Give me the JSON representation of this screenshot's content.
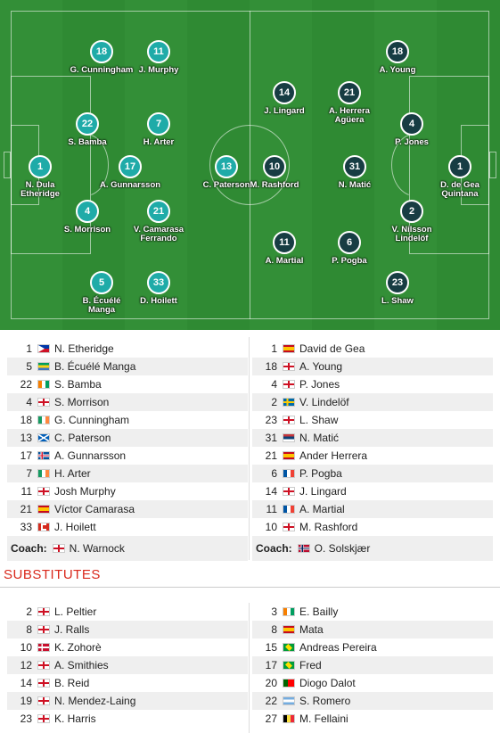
{
  "pitch": {
    "home_players": [
      {
        "number": "18",
        "name": "G. Cunningham"
      },
      {
        "number": "11",
        "name": "J. Murphy"
      },
      {
        "number": "22",
        "name": "S. Bamba"
      },
      {
        "number": "7",
        "name": "H. Arter"
      },
      {
        "number": "1",
        "name": "N. Dula Etheridge"
      },
      {
        "number": "17",
        "name": "A. Gunnarsson"
      },
      {
        "number": "13",
        "name": "C. Paterson"
      },
      {
        "number": "4",
        "name": "S. Morrison"
      },
      {
        "number": "21",
        "name": "V. Camarasa Ferrando"
      },
      {
        "number": "5",
        "name": "B. Écuélé Manga"
      },
      {
        "number": "33",
        "name": "D. Hoilett"
      }
    ],
    "away_players": [
      {
        "number": "18",
        "name": "A. Young"
      },
      {
        "number": "14",
        "name": "J. Lingard"
      },
      {
        "number": "21",
        "name": "A. Herrera Agüera"
      },
      {
        "number": "4",
        "name": "P. Jones"
      },
      {
        "number": "10",
        "name": "M. Rashford"
      },
      {
        "number": "31",
        "name": "N. Matić"
      },
      {
        "number": "1",
        "name": "D. de Gea Quintana"
      },
      {
        "number": "2",
        "name": "V. Nilsson Lindelöf"
      },
      {
        "number": "11",
        "name": "A. Martial"
      },
      {
        "number": "6",
        "name": "P. Pogba"
      },
      {
        "number": "23",
        "name": "L. Shaw"
      }
    ]
  },
  "lineup_home": [
    {
      "number": "1",
      "flag": "philippines",
      "name": "N. Etheridge"
    },
    {
      "number": "5",
      "flag": "gabon",
      "name": "B. Écuélé Manga"
    },
    {
      "number": "22",
      "flag": "ivory-coast",
      "name": "S. Bamba"
    },
    {
      "number": "4",
      "flag": "england",
      "name": "S. Morrison"
    },
    {
      "number": "18",
      "flag": "ireland",
      "name": "G. Cunningham"
    },
    {
      "number": "13",
      "flag": "scotland",
      "name": "C. Paterson"
    },
    {
      "number": "17",
      "flag": "iceland",
      "name": "A. Gunnarsson"
    },
    {
      "number": "7",
      "flag": "ireland",
      "name": "H. Arter"
    },
    {
      "number": "11",
      "flag": "england",
      "name": "Josh Murphy"
    },
    {
      "number": "21",
      "flag": "spain",
      "name": "Víctor Camarasa"
    },
    {
      "number": "33",
      "flag": "canada",
      "name": "J. Hoilett"
    }
  ],
  "lineup_away": [
    {
      "number": "1",
      "flag": "spain",
      "name": "David de Gea"
    },
    {
      "number": "18",
      "flag": "england",
      "name": "A. Young"
    },
    {
      "number": "4",
      "flag": "england",
      "name": "P. Jones"
    },
    {
      "number": "2",
      "flag": "sweden",
      "name": "V. Lindelöf"
    },
    {
      "number": "23",
      "flag": "england",
      "name": "L. Shaw"
    },
    {
      "number": "31",
      "flag": "serbia",
      "name": "N. Matić"
    },
    {
      "number": "21",
      "flag": "spain",
      "name": "Ander Herrera"
    },
    {
      "number": "6",
      "flag": "france",
      "name": "P. Pogba"
    },
    {
      "number": "14",
      "flag": "england",
      "name": "J. Lingard"
    },
    {
      "number": "11",
      "flag": "france",
      "name": "A. Martial"
    },
    {
      "number": "10",
      "flag": "england",
      "name": "M. Rashford"
    }
  ],
  "coach": {
    "label": "Coach:",
    "home": {
      "flag": "england",
      "name": "N. Warnock"
    },
    "away": {
      "flag": "norway",
      "name": "O. Solskjær"
    }
  },
  "substitutes_title": "SUBSTITUTES",
  "subs_home": [
    {
      "number": "2",
      "flag": "england",
      "name": "L. Peltier"
    },
    {
      "number": "8",
      "flag": "england",
      "name": "J. Ralls"
    },
    {
      "number": "10",
      "flag": "denmark",
      "name": "K. Zohorè"
    },
    {
      "number": "12",
      "flag": "england",
      "name": "A. Smithies"
    },
    {
      "number": "14",
      "flag": "england",
      "name": "B. Reid"
    },
    {
      "number": "19",
      "flag": "england",
      "name": "N. Mendez-Laing"
    },
    {
      "number": "23",
      "flag": "england",
      "name": "K. Harris"
    }
  ],
  "subs_away": [
    {
      "number": "3",
      "flag": "ivory-coast",
      "name": "E. Bailly"
    },
    {
      "number": "8",
      "flag": "spain",
      "name": "Mata"
    },
    {
      "number": "15",
      "flag": "brazil",
      "name": "Andreas Pereira"
    },
    {
      "number": "17",
      "flag": "brazil",
      "name": "Fred"
    },
    {
      "number": "20",
      "flag": "portugal",
      "name": "Diogo Dalot"
    },
    {
      "number": "22",
      "flag": "argentina",
      "name": "S. Romero"
    },
    {
      "number": "27",
      "flag": "belgium",
      "name": "M. Fellaini"
    }
  ],
  "colors": {
    "home": "#1faba8",
    "away": "#173d43",
    "pitch": "#2f8a33",
    "accent": "#d9281b"
  }
}
